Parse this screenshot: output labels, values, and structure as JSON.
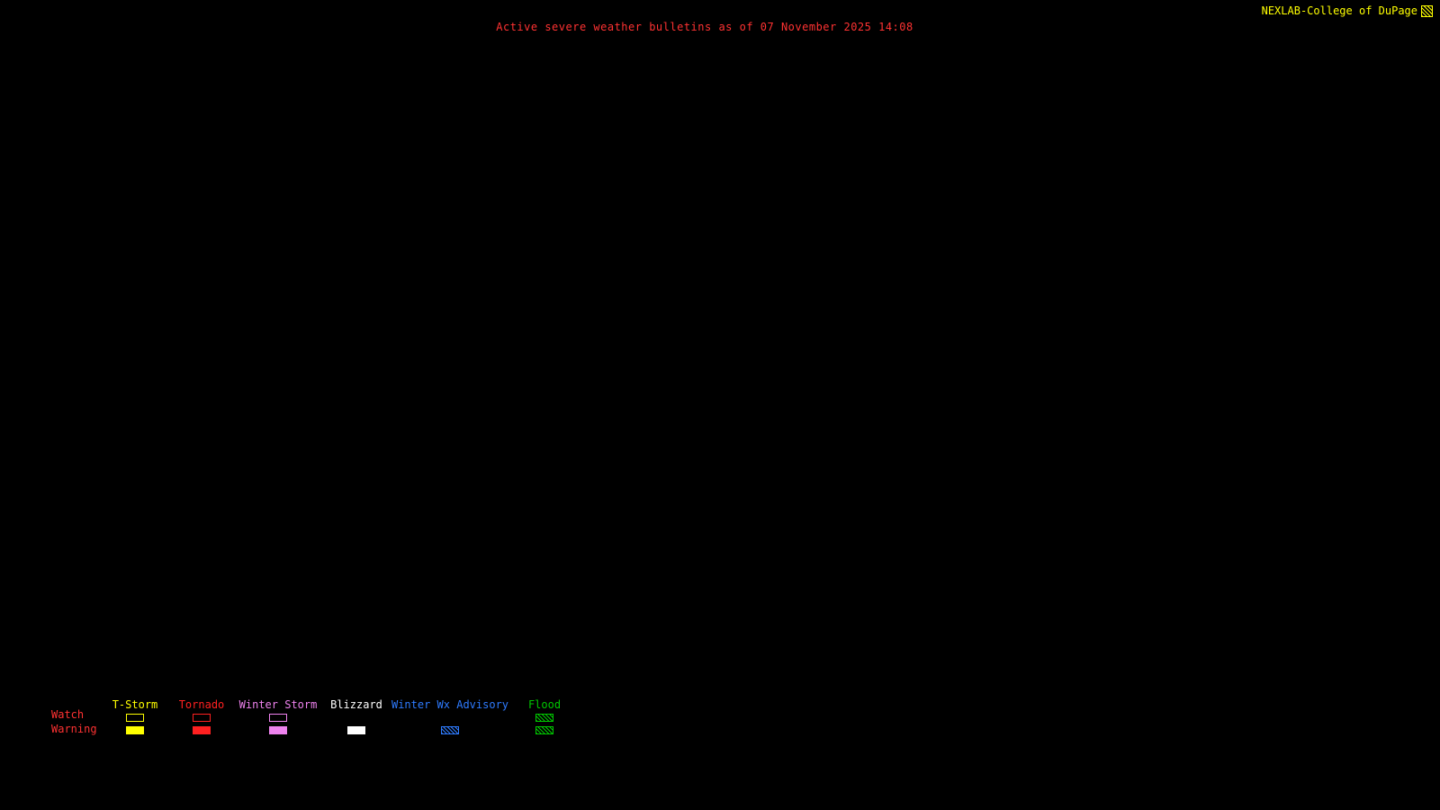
{
  "header": {
    "title": "Active severe weather bulletins as of 07 November 2025 14:08",
    "brand": "NEXLAB-College of DuPage"
  },
  "legend": {
    "watch_label": "Watch",
    "warning_label": "Warning",
    "columns": [
      {
        "label": "T-Storm",
        "color": "#ffff00",
        "watch_style": "outline",
        "warning_style": "solid"
      },
      {
        "label": "Tornado",
        "color": "#ff2020",
        "watch_style": "outline",
        "warning_style": "solid"
      },
      {
        "label": "Winter Storm",
        "color": "#ee82ee",
        "watch_style": "outline",
        "warning_style": "solid"
      },
      {
        "label": "Blizzard",
        "color": "#ffffff",
        "watch_style": "none",
        "warning_style": "solid"
      },
      {
        "label": "Winter Wx Advisory",
        "color": "#2e7bff",
        "watch_style": "none",
        "warning_style": "hatch"
      },
      {
        "label": "Flood",
        "color": "#00c800",
        "watch_style": "hatch",
        "warning_style": "hatch"
      }
    ]
  },
  "colors": {
    "background": "#000000",
    "title_text": "#ff3232",
    "brand_text": "#ffff00"
  },
  "icons": {
    "brand_icon": "nexlab-logo-icon"
  }
}
